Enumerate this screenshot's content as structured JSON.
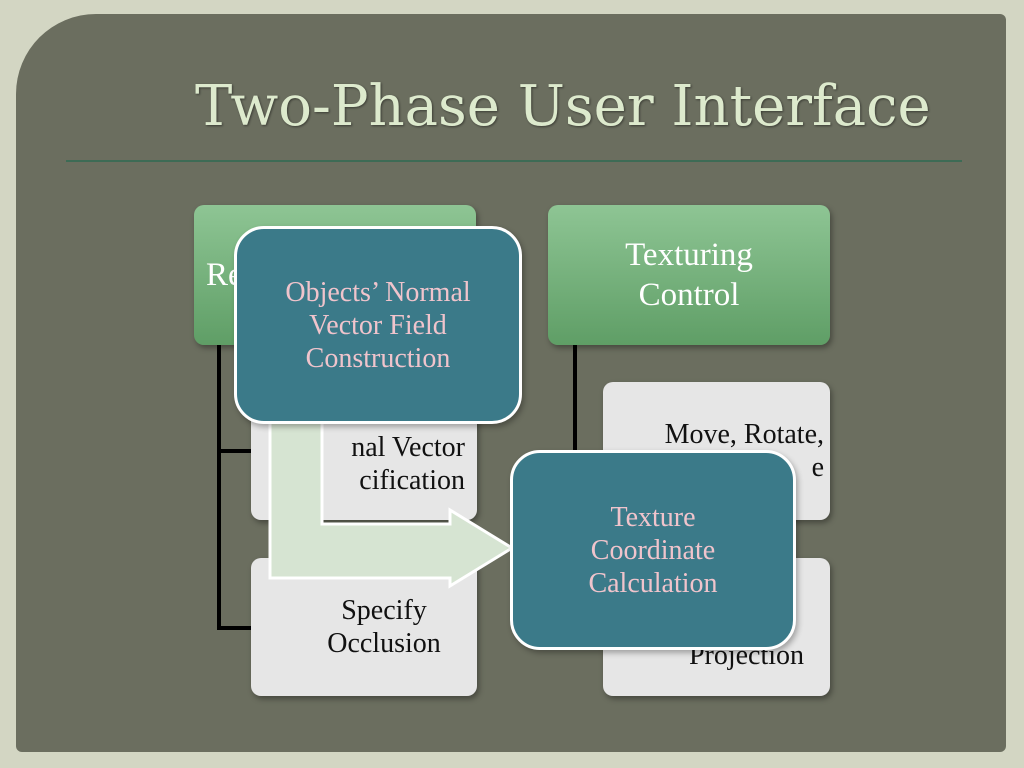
{
  "title": "Two-Phase User Interface",
  "boxes": {
    "left_header": "Re",
    "left_item1": "nal Vector\ncification",
    "left_item2": "Specify\nOcclusion",
    "right_header": "Texturing\nControl",
    "right_item1": "Move, Rotate,\ne",
    "right_item2": "Projection",
    "overlay_phase1": "Objects’ Normal\nVector Field\nConstruction",
    "overlay_phase2": "Texture\nCoordinate\nCalculation"
  },
  "colors": {
    "background": "#6b6e5f",
    "title": "#ddeacd",
    "green_box": "#6fae76",
    "gray_box": "#e6e6e6",
    "teal_box": "#3b7a89",
    "teal_text": "#f0c4cc",
    "arrow": "#d6e4d2"
  }
}
